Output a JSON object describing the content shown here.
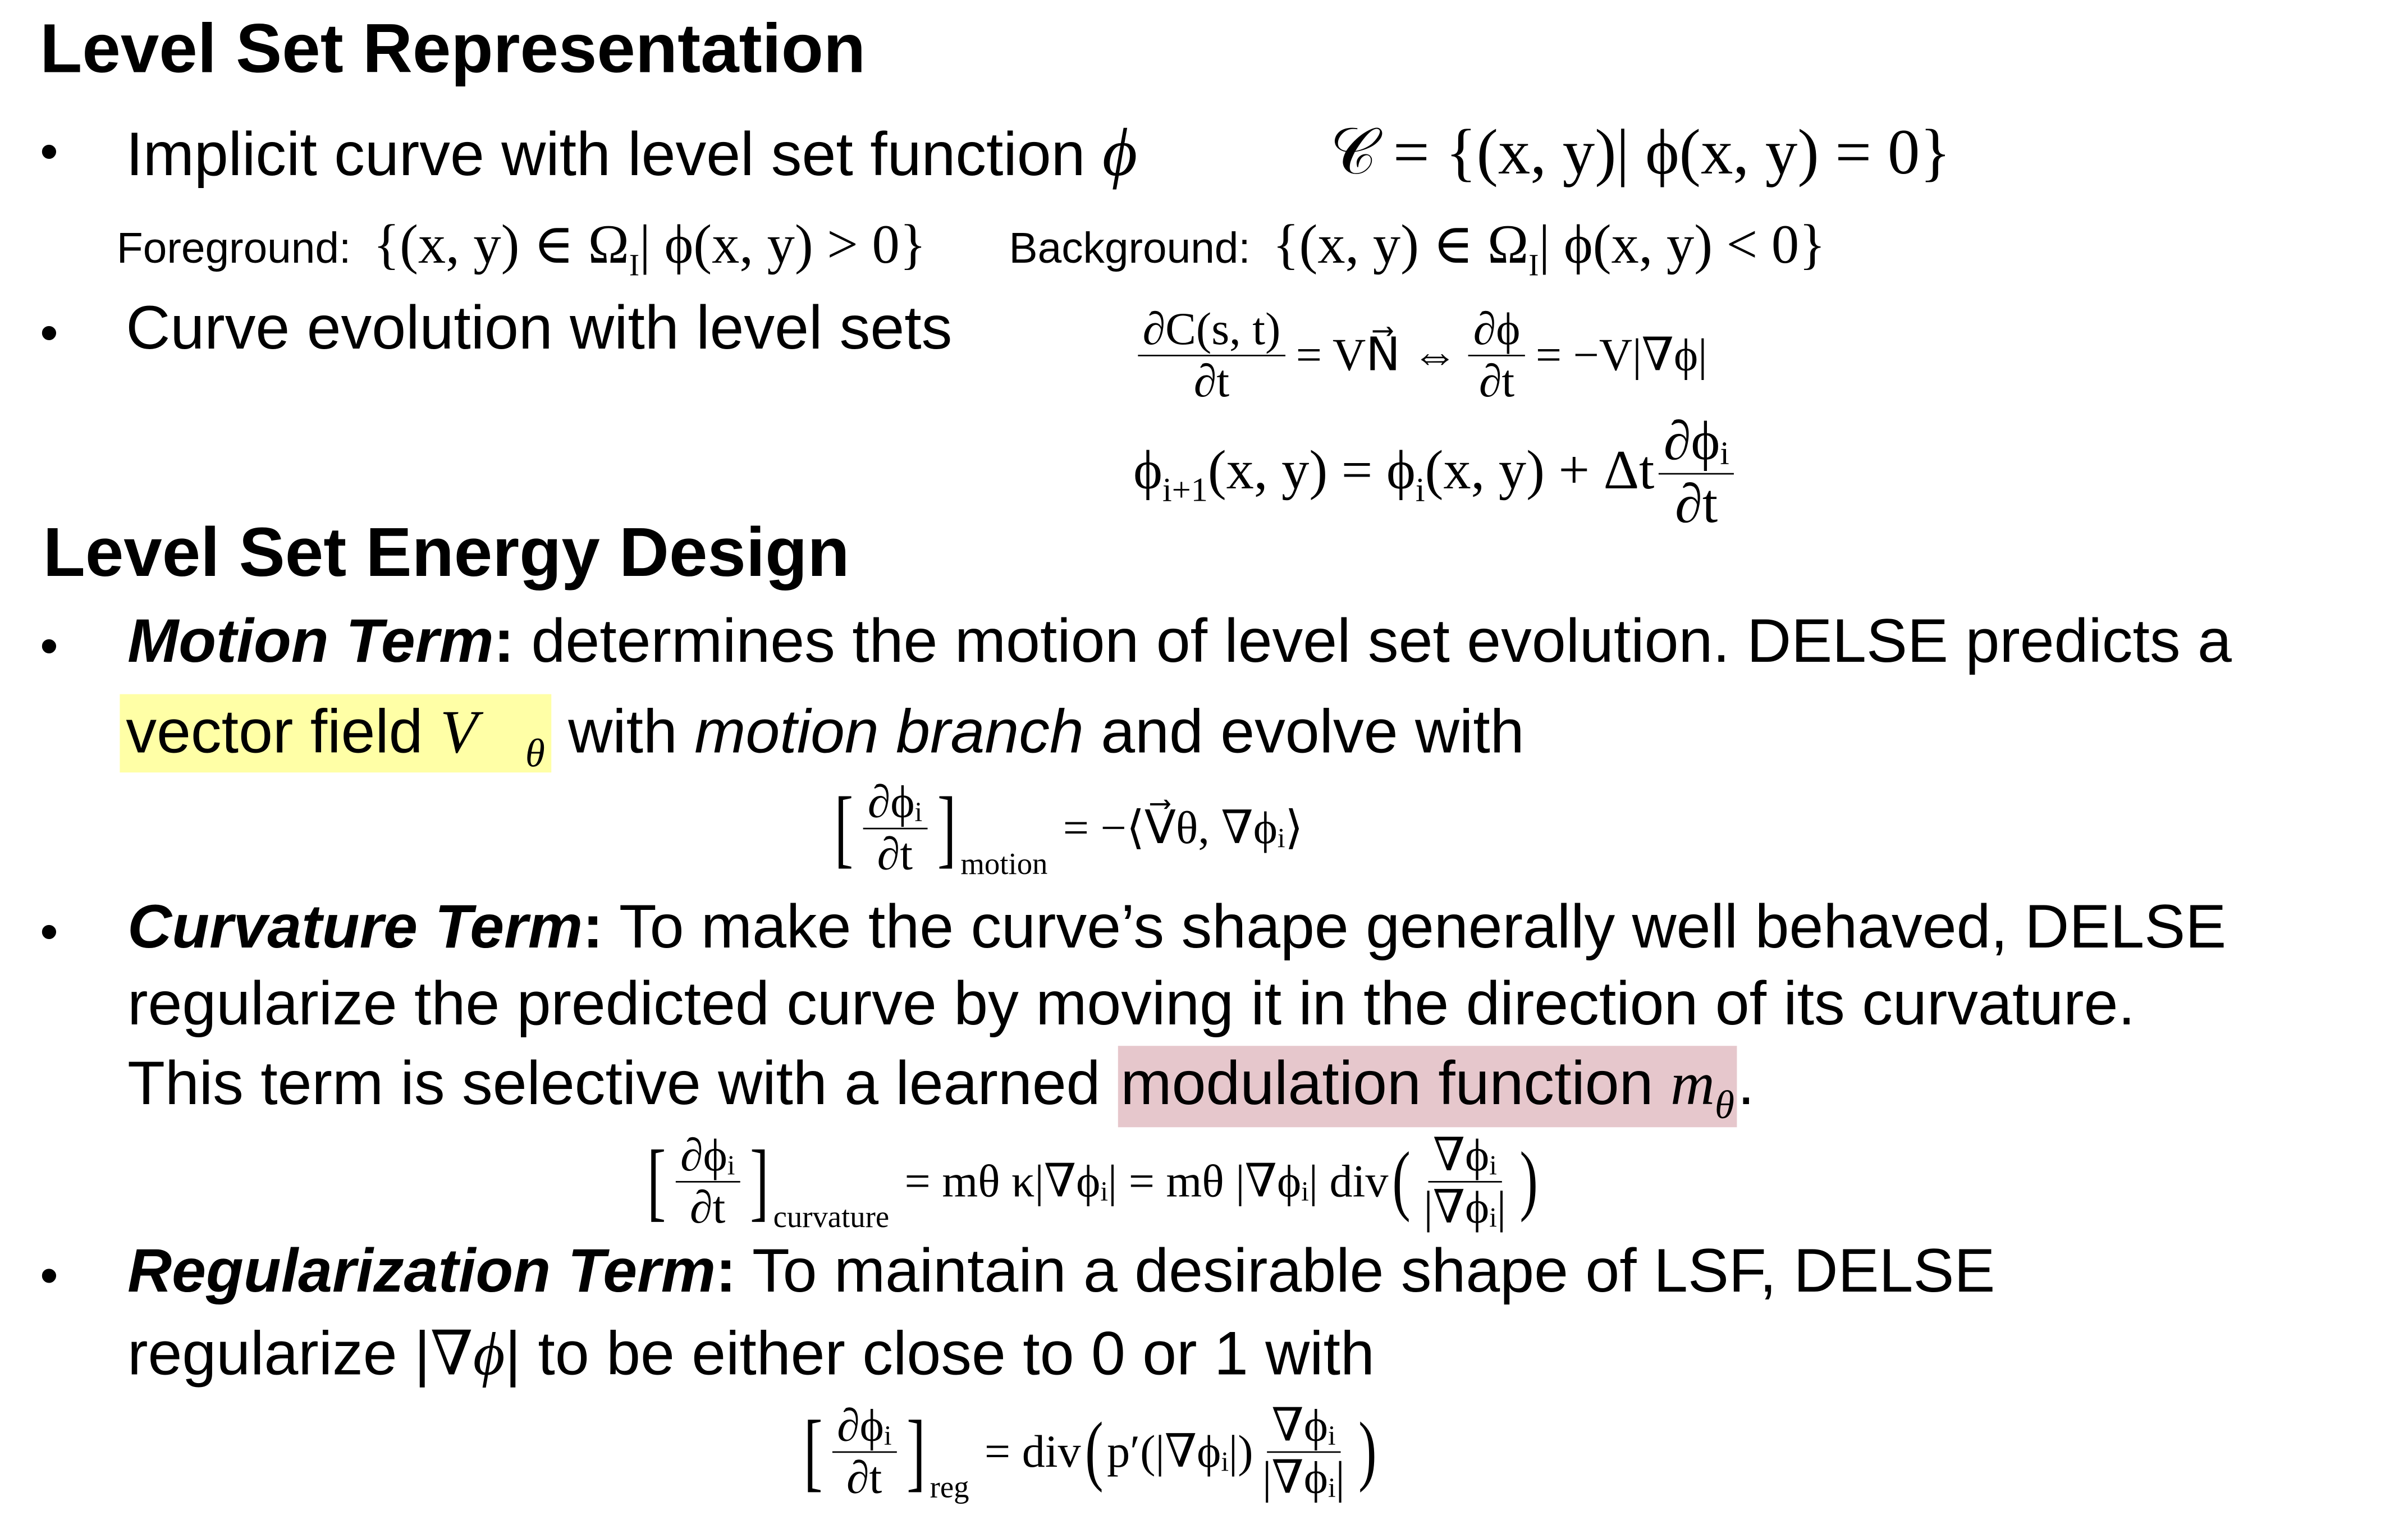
{
  "section1": {
    "heading": "Level Set Representation",
    "bullet1": {
      "text": "Implicit curve with level set function",
      "symbol": "ϕ"
    },
    "curve_def": "𝒞 = {(x, y)| ϕ(x, y) = 0}",
    "foreground": {
      "label": "Foreground:",
      "expr": "{(x, y) ∈ Ω",
      "sub": "I",
      "rest": "| ϕ(x, y) > 0}"
    },
    "background": {
      "label": "Background:",
      "expr": "{(x, y) ∈ Ω",
      "sub": "I",
      "rest": "| ϕ(x, y) < 0}"
    },
    "bullet2": "Curve evolution with level sets",
    "eq_evolve": {
      "num1": "∂C(s, t)",
      "den1": "∂t",
      "mid": "= VN⃗ ⇔",
      "num2": "∂ϕ",
      "den2": "∂t",
      "rhs": "= −V|∇ϕ|"
    },
    "eq_update": {
      "lhs": "ϕ_{i+1}(x, y) = ϕ_i(x, y) + Δt",
      "num": "∂ϕᵢ",
      "den": "∂t"
    }
  },
  "section2": {
    "heading": "Level Set Energy Design",
    "motion": {
      "term": "Motion Term",
      "colon": ":",
      "text1": " determines the motion of level set evolution. DELSE predicts a",
      "hl": "vector field ",
      "hl_sym": "V⃗",
      "hl_sub": "θ",
      "text2a": " with ",
      "text2_it": "motion branch",
      "text2b": " and evolve with",
      "eq": {
        "num": "∂ϕᵢ",
        "den": "∂t",
        "sub": "motion",
        "rhs": "= −⟨V⃗θ, ∇ϕᵢ⟩"
      }
    },
    "curvature": {
      "term": "Curvature Term",
      "colon": ":",
      "text1": " To make the curve’s shape generally well behaved, DELSE",
      "line2": "regularize the predicted curve by moving it in the direction of its curvature.",
      "line3": "This term is selective with a learned ",
      "hl": "modulation function ",
      "hl_sym": "m",
      "hl_sub": "θ",
      "end": ".",
      "eq": {
        "num": "∂ϕᵢ",
        "den": "∂t",
        "sub": "curvature",
        "mid": "= mθ κ|∇ϕᵢ| = mθ |∇ϕᵢ| div",
        "fnum": "∇ϕᵢ",
        "fden": "|∇ϕᵢ|"
      }
    },
    "regularization": {
      "term": "Regularization Term",
      "colon": ":",
      "text1": " To maintain a desirable shape of LSF, DELSE",
      "line2a": "regularize |",
      "line2_sym": "∇ϕ",
      "line2b": "| to be either close to 0 or 1 with",
      "eq": {
        "num": "∂ϕᵢ",
        "den": "∂t",
        "sub": "reg",
        "mid": "= div",
        "mid2": "p′(|∇ϕᵢ|)",
        "fnum": "∇ϕᵢ",
        "fden": "|∇ϕᵢ|"
      }
    }
  }
}
